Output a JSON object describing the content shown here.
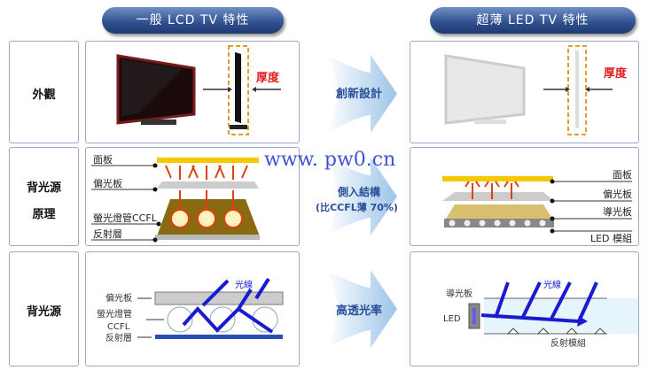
{
  "headers": {
    "lcd": "一般 LCD TV 特性",
    "led": "超薄 LED TV 特性"
  },
  "rows": [
    {
      "label": "外觀",
      "arrow": "創新設計",
      "lcd": {
        "thickness": "厚度"
      },
      "led": {
        "thickness": "厚度"
      }
    },
    {
      "label_line1": "背光源",
      "label_line2": "原理",
      "arrow": "側入結構",
      "arrow_sub": "(比CCFL薄 70%)",
      "lcd": {
        "panel": "面板",
        "polarizer": "偏光板",
        "ccfl": "螢光燈管CCFL",
        "reflector": "反射層"
      },
      "led": {
        "panel": "面板",
        "polarizer": "偏光板",
        "light_guide": "導光板",
        "led_module": "LED 模組"
      }
    },
    {
      "label": "背光源",
      "arrow": "高透光率",
      "lcd": {
        "polarizer": "偏光板",
        "ccfl_line1": "螢光燈管",
        "ccfl_line2": "CCFL",
        "reflector": "反射層",
        "light": "光線"
      },
      "led": {
        "light_guide": "導光板",
        "led": "LED",
        "reflector": "反射模組",
        "light": "光線"
      }
    }
  ],
  "watermark": "www. pw0.cn",
  "colors": {
    "header": "#2f4f8f",
    "accent_red": "#e02020",
    "light_blue": "#1a1ad0",
    "panel_yellow": "#f5c800"
  }
}
